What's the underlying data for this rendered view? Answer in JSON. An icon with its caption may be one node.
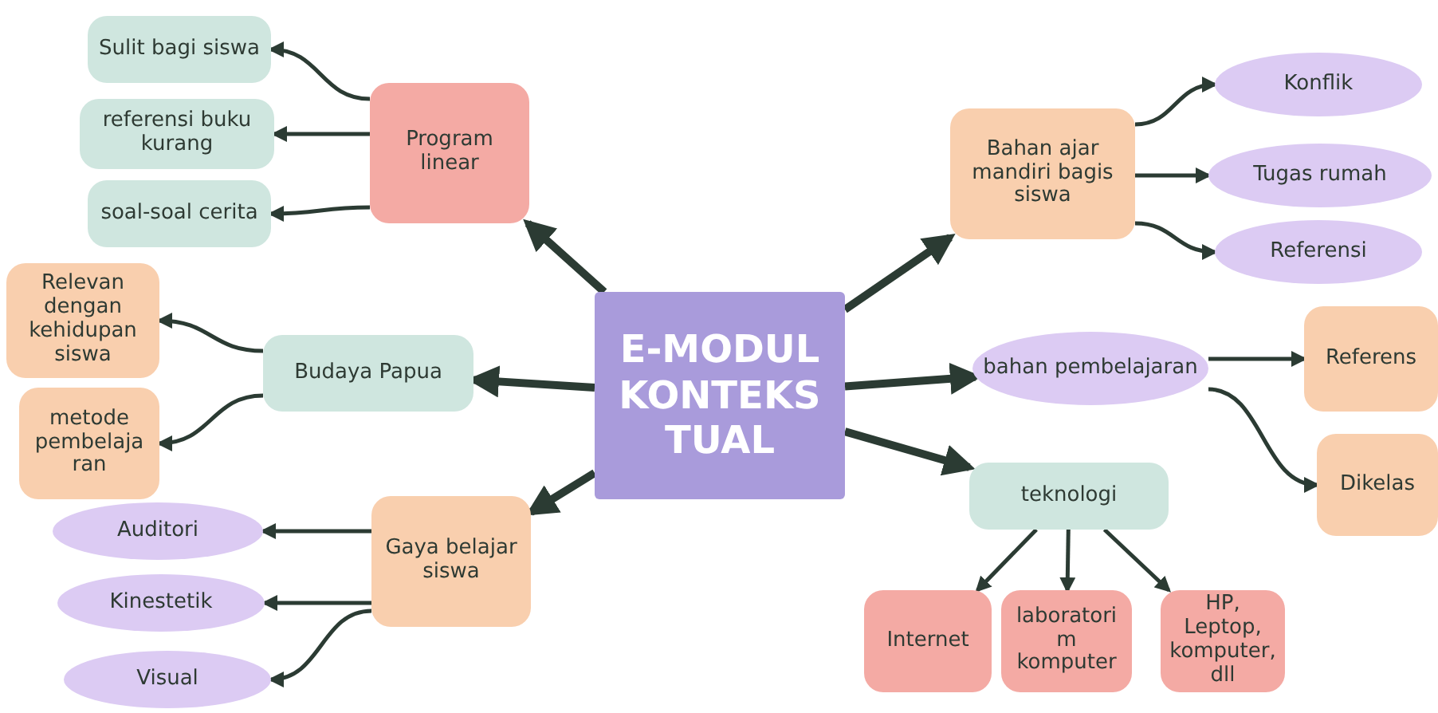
{
  "diagram": {
    "nodes": [
      {
        "text": [
          "E-MODUL KONTEKS TUAL"
        ]
      },
      {
        "text": [
          "Program linear"
        ]
      },
      {
        "text": [
          "Sulit bagi siswa"
        ]
      },
      {
        "text": [
          "referensi buku kurang"
        ]
      },
      {
        "text": [
          "soal-soal cerita"
        ]
      },
      {
        "text": [
          "Budaya Papua"
        ]
      },
      {
        "text": [
          "Relevan dengan kehidupan siswa"
        ]
      },
      {
        "text": [
          "metode pembelaja ran"
        ]
      },
      {
        "text": [
          "Gaya belajar siswa"
        ]
      },
      {
        "text": [
          "Auditori"
        ]
      },
      {
        "text": [
          "Kinestetik"
        ]
      },
      {
        "text": [
          "Visual"
        ]
      },
      {
        "text": [
          "Bahan ajar mandiri bagis siswa"
        ]
      },
      {
        "text": [
          "Konflik"
        ]
      },
      {
        "text": [
          "Tugas rumah"
        ]
      },
      {
        "text": [
          "Referensi"
        ]
      },
      {
        "text": [
          "bahan pembelajaran"
        ]
      },
      {
        "text": [
          "Referens"
        ]
      },
      {
        "text": [
          "Dikelas"
        ]
      },
      {
        "text": [
          "teknologi"
        ]
      },
      {
        "text": [
          "Internet"
        ]
      },
      {
        "text": [
          "laboratori m komputer"
        ]
      },
      {
        "text": [
          "HP, Leptop, komputer, dll"
        ]
      }
    ],
    "edges": [
      {
        "from": 0,
        "to": 1,
        "arrow": "to",
        "style": "thick"
      },
      {
        "from": 0,
        "to": 5,
        "arrow": "to",
        "style": "thick"
      },
      {
        "from": 0,
        "to": 8,
        "arrow": "to",
        "style": "thick"
      },
      {
        "from": 0,
        "to": 12,
        "arrow": "to",
        "style": "thick"
      },
      {
        "from": 0,
        "to": 16,
        "arrow": "to",
        "style": "thick"
      },
      {
        "from": 0,
        "to": 19,
        "arrow": "to",
        "style": "thick"
      },
      {
        "from": 1,
        "to": 2,
        "arrow": "to"
      },
      {
        "from": 1,
        "to": 3,
        "arrow": "to"
      },
      {
        "from": 1,
        "to": 4,
        "arrow": "to"
      },
      {
        "from": 5,
        "to": 6,
        "arrow": "to"
      },
      {
        "from": 5,
        "to": 7,
        "arrow": "to"
      },
      {
        "from": 8,
        "to": 9,
        "arrow": "to"
      },
      {
        "from": 8,
        "to": 10,
        "arrow": "to"
      },
      {
        "from": 8,
        "to": 11,
        "arrow": "to"
      },
      {
        "from": 12,
        "to": 13,
        "arrow": "to"
      },
      {
        "from": 12,
        "to": 14,
        "arrow": "to"
      },
      {
        "from": 12,
        "to": 15,
        "arrow": "to"
      },
      {
        "from": 16,
        "to": 17,
        "arrow": "to"
      },
      {
        "from": 16,
        "to": 18,
        "arrow": "to"
      },
      {
        "from": 19,
        "to": 20,
        "arrow": "to"
      },
      {
        "from": 19,
        "to": 21,
        "arrow": "to"
      },
      {
        "from": 19,
        "to": 22,
        "arrow": "to"
      }
    ]
  }
}
